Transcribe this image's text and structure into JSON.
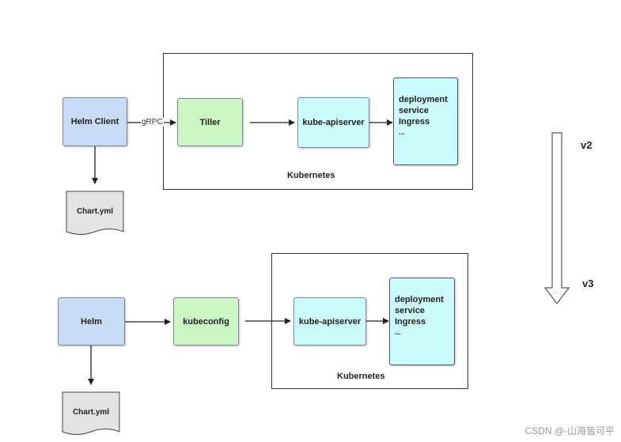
{
  "v2": {
    "helm_client": "Helm Client",
    "chart": "Chart.yml",
    "grpc_label": "gRPC",
    "tiller": "Tiller",
    "kube_apiserver": "kube-apiserver",
    "resources": [
      "deployment",
      "service",
      "Ingress",
      "..."
    ],
    "cluster_label": "Kubernetes"
  },
  "v3": {
    "helm": "Helm",
    "chart": "Chart.yml",
    "kubeconfig": "kubeconfig",
    "kube_apiserver": "kube-apiserver",
    "resources": [
      "deployment",
      "service",
      "Ingress",
      "..."
    ],
    "cluster_label": "Kubernetes"
  },
  "version_arrow": {
    "from": "v2",
    "to": "v3"
  },
  "watermark": "CSDN @-山海皆可平"
}
